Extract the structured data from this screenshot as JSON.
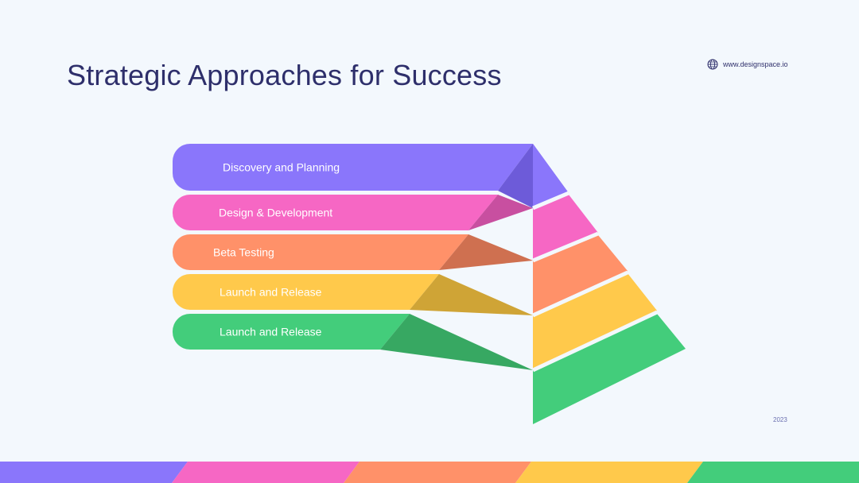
{
  "slide": {
    "title": "Strategic Approaches for Success",
    "website": "www.designspace.io",
    "website_icon": "globe-icon",
    "year": "2023"
  },
  "pyramid": {
    "layers": [
      {
        "label": "Discovery and Planning",
        "color": "#8a76fb",
        "dark": "#6d5bd9",
        "light": "#8a76fb"
      },
      {
        "label": "Design & Development",
        "color": "#f667c4",
        "dark": "#c84fa0",
        "light": "#f667c4"
      },
      {
        "label": "Beta Testing",
        "color": "#ff9169",
        "dark": "#cf7050",
        "light": "#ff9169"
      },
      {
        "label": "Launch and Release",
        "color": "#ffc94b",
        "dark": "#cfa436",
        "light": "#ffc94b"
      },
      {
        "label": "Launch and Release",
        "color": "#43cd7b",
        "dark": "#37a862",
        "light": "#43cd7b"
      }
    ]
  },
  "footer": {
    "stripe_colors": [
      "#8a76fb",
      "#f667c4",
      "#ff9169",
      "#ffc94b",
      "#43cd7b"
    ]
  }
}
